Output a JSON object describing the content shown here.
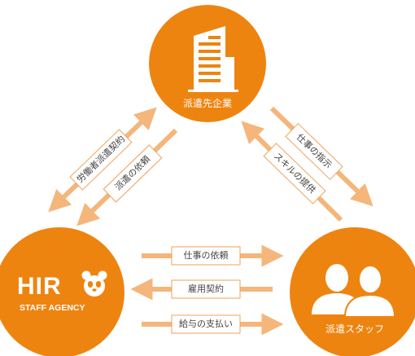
{
  "nodes": {
    "top": {
      "label": "派遣先企業",
      "icon": "building-icon"
    },
    "left": {
      "logo_main": "HIR",
      "logo_sub": "STAFF AGENCY",
      "icon": "panda-icon"
    },
    "right": {
      "label": "派遣スタッフ",
      "icon": "people-icon"
    }
  },
  "edges": {
    "left_top_outer": "労働者派遣契約",
    "left_top_inner": "派遣の依頼",
    "right_top_outer": "仕事の指示",
    "right_top_inner": "スキルの提供",
    "bottom_1": "仕事の依頼",
    "bottom_2": "雇用契約",
    "bottom_3": "給与の支払い"
  },
  "colors": {
    "primary": "#ee8410",
    "arrow": "#f4b67a",
    "label_border": "#f0a25a",
    "text_dark": "#444444",
    "white": "#ffffff"
  }
}
